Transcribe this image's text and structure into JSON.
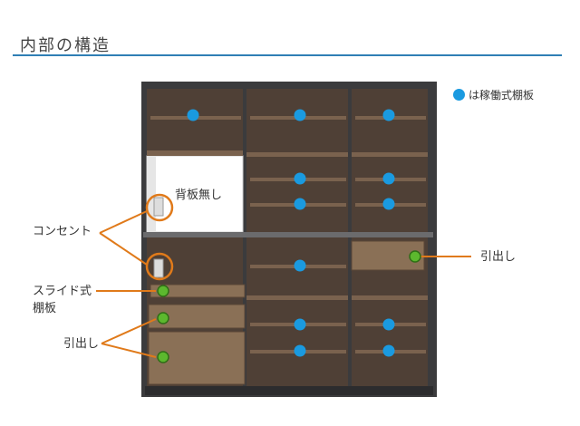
{
  "header": {
    "title": "内部の構造"
  },
  "legend": {
    "dot_color": "#1a9ae0",
    "label": "は稼働式棚板"
  },
  "labels": {
    "backless": "背板無し",
    "outlet": "コンセント",
    "slide_shelf_line1": "スライド式",
    "slide_shelf_line2": "棚板",
    "drawer_left": "引出し",
    "drawer_right": "引出し"
  },
  "colors": {
    "frame": "#3b3b3d",
    "interior": "#5a4a3c",
    "shelf": "#6e5846",
    "drawer": "#7b6550",
    "callout": "#e07a1a",
    "adjustable_dot": "#1a9ae0",
    "fixed_marker": "#5cb82e",
    "title_rule": "#2f7fb5"
  }
}
